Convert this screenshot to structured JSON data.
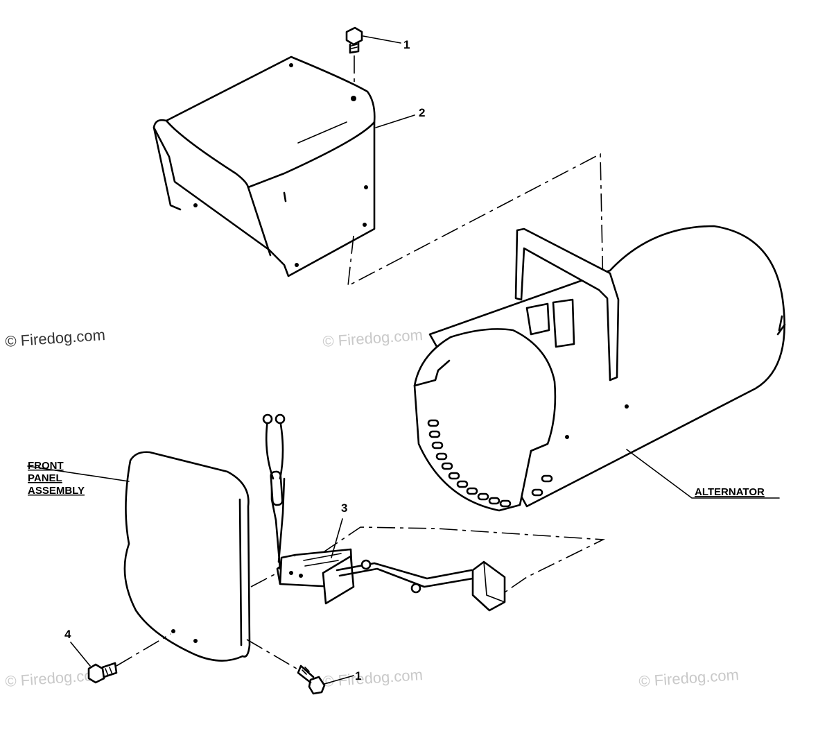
{
  "watermark": {
    "text": "© Firedog.com",
    "color": "#c9c9c9",
    "dark_color": "#333333"
  },
  "callouts": {
    "screw_top": "1",
    "cover": "2",
    "module": "3",
    "bolt_left": "4",
    "screw_bottom": "1"
  },
  "labels": {
    "front_panel_line1": "FRONT",
    "front_panel_line2": "PANEL",
    "front_panel_line3": "ASSEMBLY",
    "alternator": "ALTERNATOR"
  }
}
